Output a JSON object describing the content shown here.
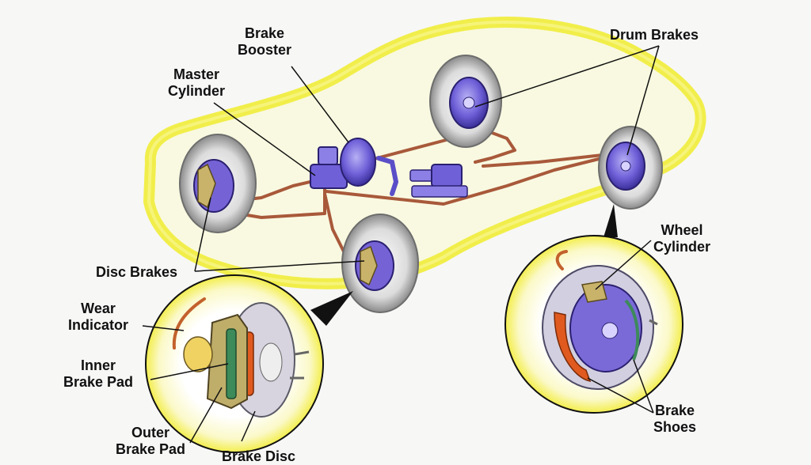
{
  "labels": {
    "brake_booster": [
      "Brake",
      "Booster"
    ],
    "master_cylinder": [
      "Master",
      "Cylinder"
    ],
    "drum_brakes": "Drum Brakes",
    "disc_brakes": "Disc Brakes",
    "wear_indicator": [
      "Wear",
      "Indicator"
    ],
    "inner_brake_pad": [
      "Inner",
      "Brake Pad"
    ],
    "outer_brake_pad": [
      "Outer",
      "Brake Pad"
    ],
    "brake_disc": "Brake Disc",
    "wheel_cylinder": [
      "Wheel",
      "Cylinder"
    ],
    "brake_shoes": [
      "Brake",
      "Shoes"
    ]
  },
  "colors": {
    "car_glow": "#f4f24a",
    "brake_line": "#a8593a",
    "hardware_blue": "#6f60d8",
    "tire": "#e6e6e6",
    "pad_orange": "#e05a1f",
    "callout_stroke": "#111111"
  }
}
